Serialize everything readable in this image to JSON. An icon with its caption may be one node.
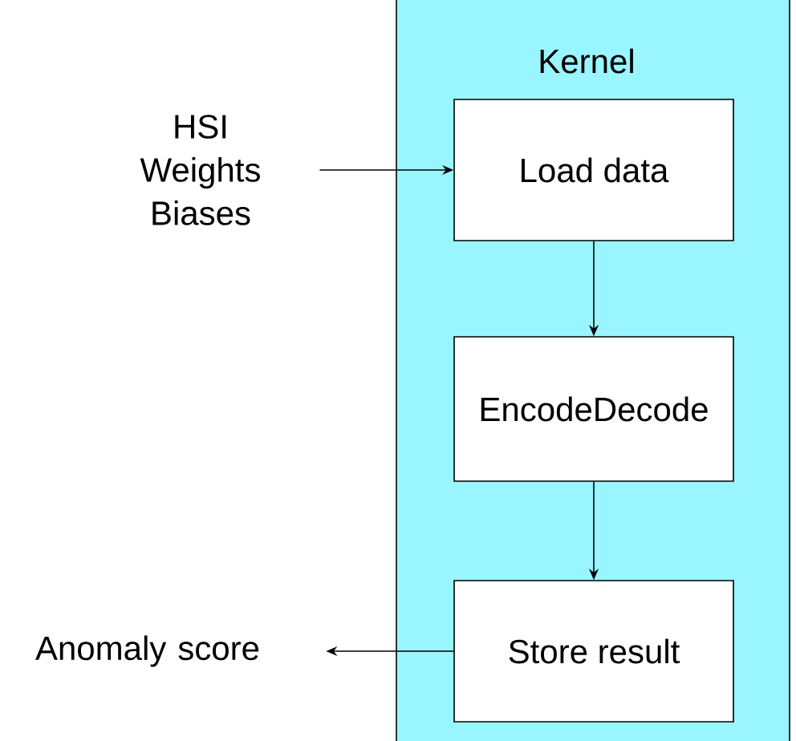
{
  "diagram": {
    "nodes": [
      {
        "text": [
          "HSI Weights Biases"
        ]
      },
      {
        "text": [
          "Kernel"
        ]
      },
      {
        "text": [
          "Load data"
        ],
        "in": 1
      },
      {
        "text": [
          "EncodeDecode"
        ],
        "in": 1
      },
      {
        "text": [
          "Store result"
        ],
        "in": 1
      },
      {
        "text": [
          "Anomaly score"
        ]
      }
    ],
    "edges": [
      {
        "from": 0,
        "to": 2,
        "arrow": "to"
      },
      {
        "from": 2,
        "to": 3,
        "arrow": "to"
      },
      {
        "from": 3,
        "to": 4,
        "arrow": "to"
      },
      {
        "from": 4,
        "to": 5,
        "arrow": "to"
      }
    ]
  }
}
